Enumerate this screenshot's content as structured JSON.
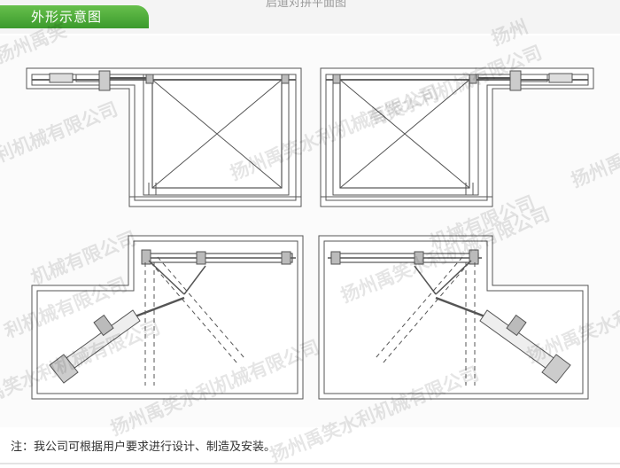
{
  "header": {
    "title": "外形示意图",
    "cut_off_text": "启道对拼平面图"
  },
  "watermark": {
    "text": "扬州禹笑水利机械有限公司",
    "fragments": [
      "扬州禹笑",
      "扬州",
      "扬州禹笑水利机械有限公司",
      "禹笑水利机械有限公司",
      "水利机械有限公司",
      "机械有限公司",
      "扬州禹笑水利机械有限公司",
      "利机械有限公司",
      "扬州禹笑水利机械有限公司",
      "扬州禹笑水利",
      "扬州禹笑水利机械有限公司",
      "机械有限公司",
      "扬州禹笑水利机械有限公司",
      "扬州禹笑水利"
    ]
  },
  "note": {
    "text": "注：我公司可根据用户要求进行设计、制造及安装。"
  },
  "colors": {
    "header_green": "#4caf3a",
    "line": "#555555",
    "wall_fill": "#ffffff"
  }
}
